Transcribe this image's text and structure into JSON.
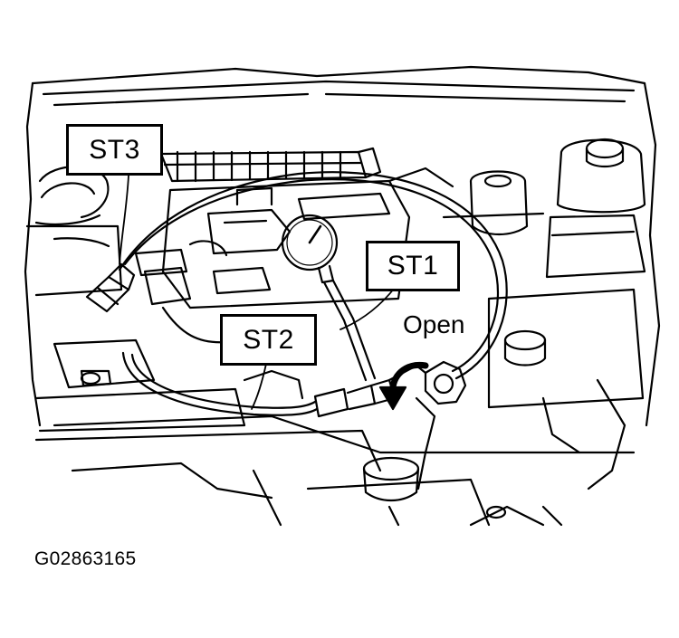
{
  "figure": {
    "labels": {
      "st3": "ST3",
      "st1": "ST1",
      "st2": "ST2",
      "open": "Open"
    },
    "figure_code": "G02863165"
  }
}
